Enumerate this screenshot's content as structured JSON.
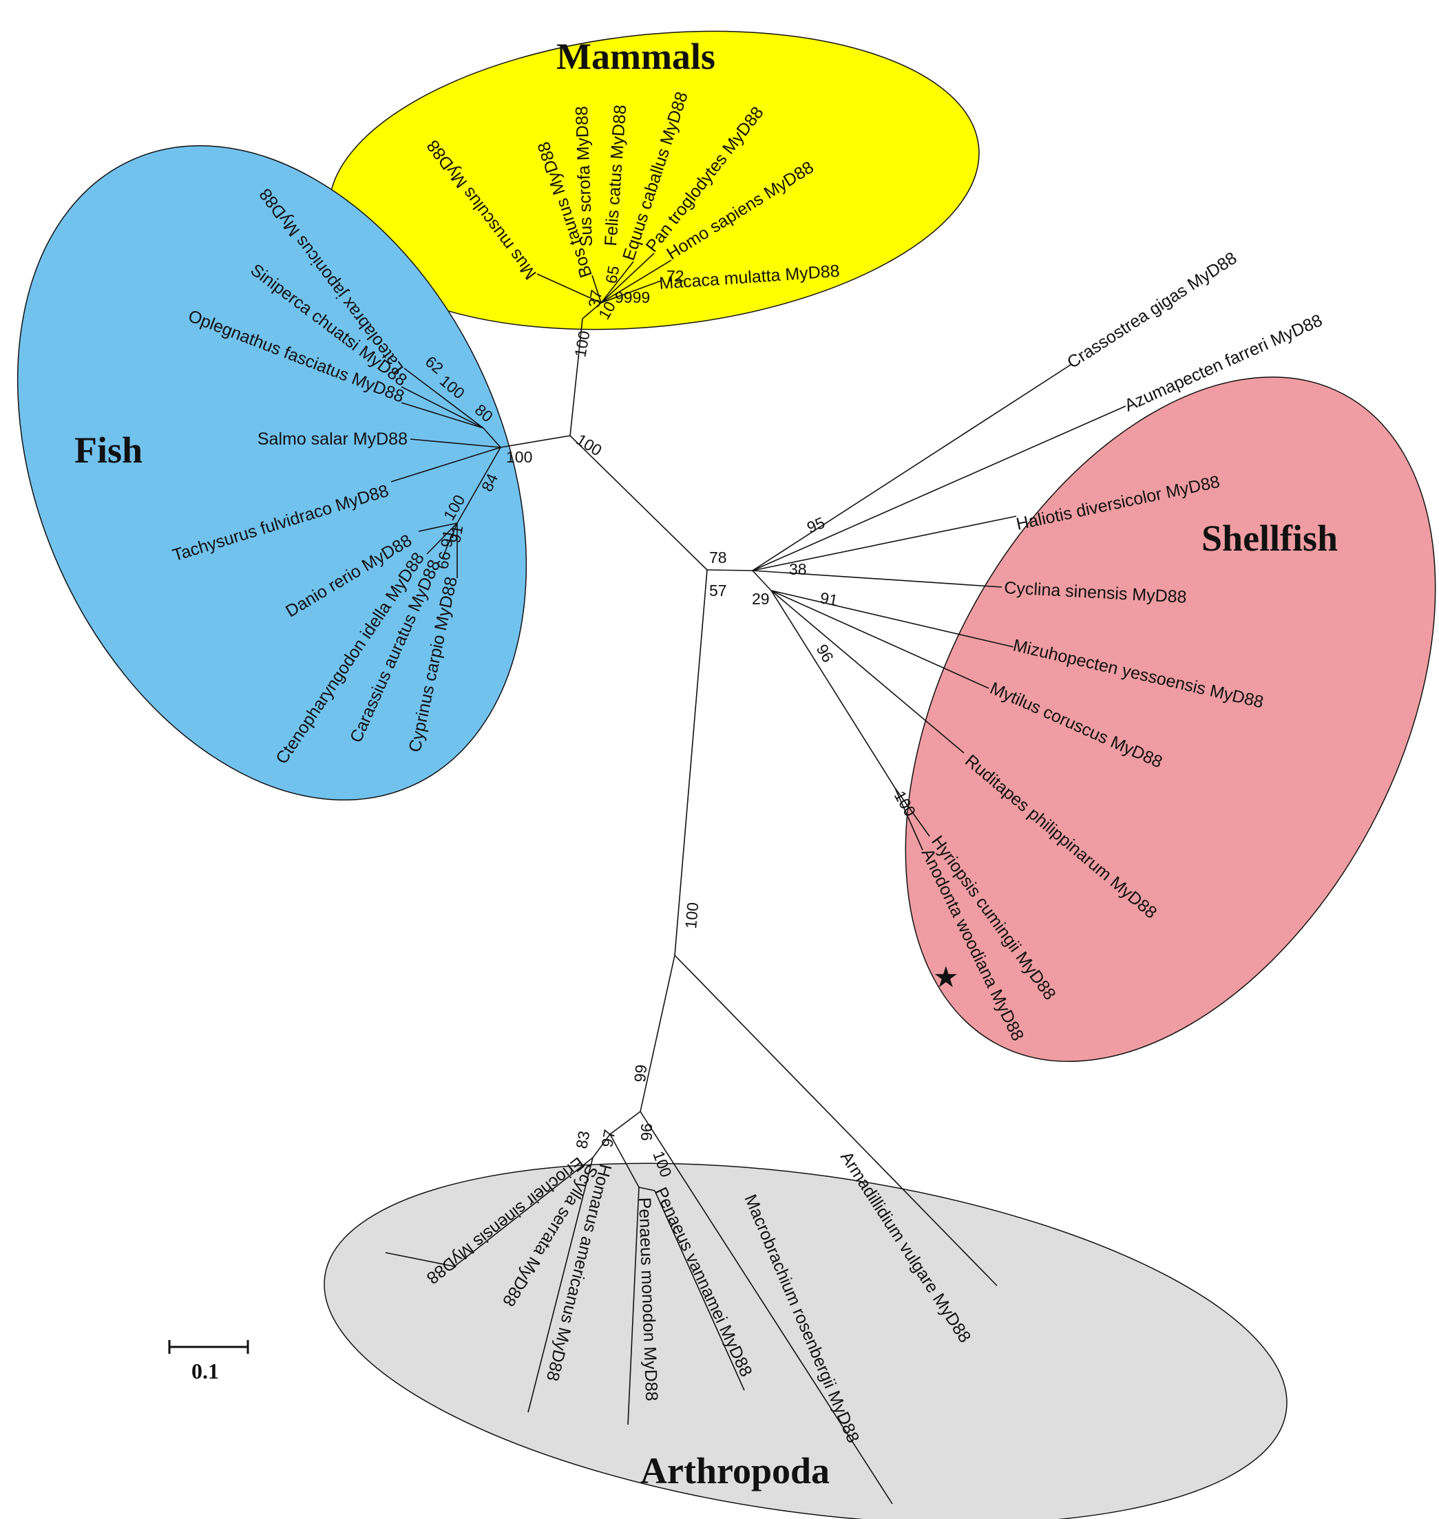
{
  "groups": [
    {
      "id": "mammals",
      "label": "Mammals",
      "color": "#ffff00"
    },
    {
      "id": "fish",
      "label": "Fish",
      "color": "#72c2ee"
    },
    {
      "id": "shellfish",
      "label": "Shellfish",
      "color": "#ef9da2"
    },
    {
      "id": "arthropoda",
      "label": "Arthropoda",
      "color": "#dedede"
    }
  ],
  "taxa": {
    "mus": "Mus musculus MyD88",
    "bos": "Bos taurus MyD88",
    "sus": "Sus scrofa MyD88",
    "felis": "Felis catus MyD88",
    "equus": "Equus caballus MyD88",
    "pan": "Pan troglodytes MyD88",
    "homo": "Homo sapiens MyD88",
    "macaca": "Macaca mulatta MyD88",
    "lateolabrax": "Lateolabrax japonicus MyD88",
    "siniperca": "Siniperca chuatsi MyD88",
    "oplegnathus": "Oplegnathus fasciatus MyD88",
    "salmo": "Salmo salar MyD88",
    "tachysurus": "Tachysurus fulvidraco MyD88",
    "danio": "Danio rerio MyD88",
    "ctenopharyngodon": "Ctenopharyngodon idella MyD88",
    "carassius": "Carassius auratus MyD88",
    "cyprinus": "Cyprinus carpio MyD88",
    "crassostrea": "Crassostrea gigas MyD88",
    "azumapecten": "Azumapecten farreri MyD88",
    "haliotis": "Haliotis diversicolor MyD88",
    "cyclina": "Cyclina sinensis MyD88",
    "mizuhopecten": "Mizuhopecten yessoensis MyD88",
    "mytilus": "Mytilus coruscus MyD88",
    "ruditapes": "Ruditapes philippinarum MyD88",
    "hyriopsis": "Hyriopsis cumingii MyD88",
    "anodonta": "Anodonta woodiana MyD88",
    "eriocheir": "Eriocheir sinensis MyD88",
    "scylla": "Scylla serrata MyD88",
    "homarus": "Homarus americanus MyD88",
    "monodon": "Penaeus monodon MyD88",
    "vannamei": "Penaeus vannamei MyD88",
    "macrobrachium": "Macrobrachium rosenbergii MyD88",
    "armadillidium": "Armadillidium vulgare MyD88"
  },
  "bootstrap": {
    "root_mammals": "100",
    "root_fish": "100",
    "root_center": "100",
    "mammal_37": "37",
    "mammal_65": "65",
    "mammal_72": "72",
    "mammal_99": "9999",
    "mammal_10": "10",
    "fish_62": "62",
    "fish_100a": "100",
    "fish_80": "80",
    "fish_84": "84",
    "fish_100b": "100",
    "fish_91": "91",
    "fish_66": "66 91",
    "shell_78": "78",
    "shell_95": "95",
    "shell_38": "38",
    "shell_57": "57",
    "shell_29": "29",
    "shell_91": "91",
    "shell_96": "96",
    "shell_100": "100",
    "arth_100": "100",
    "arth_99": "99",
    "arth_97": "97",
    "arth_83": "83",
    "arth_96": "96",
    "arth_100b": "100"
  },
  "scale_bar": {
    "label": "0.1"
  },
  "marker": {
    "icon": "star-icon",
    "symbol": "★"
  }
}
